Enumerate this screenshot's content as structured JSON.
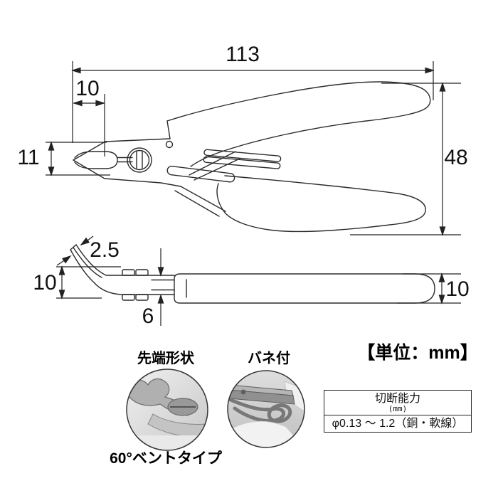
{
  "unit_note": "【単位：mm】",
  "top_view": {
    "overall_length": "113",
    "jaw_length": "10",
    "head_width": "11",
    "handle_spread": "48"
  },
  "side_view": {
    "tip_thickness": "2.5",
    "tip_height": "10",
    "joint_thickness": "6",
    "handle_thickness": "10"
  },
  "callouts": {
    "tip_shape_title": "先端形状",
    "tip_shape_caption": "60°ベントタイプ",
    "spring_title": "バネ付"
  },
  "spec_table": {
    "header_title": "切断能力",
    "header_unit": "(mm)",
    "capacity_value": "φ0.13 ～ 1.2（銅・軟線）"
  },
  "colors": {
    "line": "#2b2b2b",
    "text": "#111111",
    "photo_metal": "#9a9a9a",
    "photo_background": "#d9d9d9"
  }
}
